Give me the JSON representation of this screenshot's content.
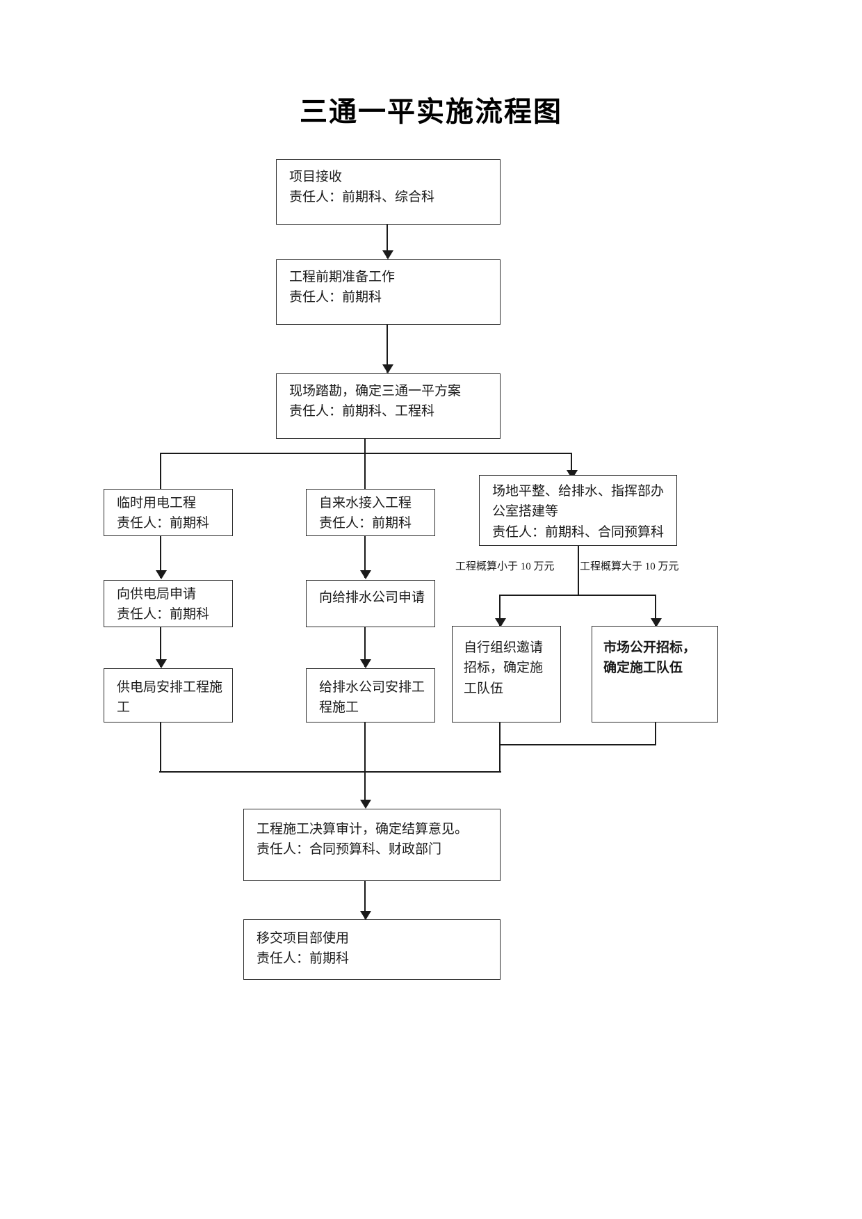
{
  "document": {
    "title": "三通一平实施流程图"
  },
  "nodes": {
    "n1": {
      "line1": "项目接收",
      "line2": "责任人：前期科、综合科"
    },
    "n2": {
      "line1": "工程前期准备工作",
      "line2": "责任人：前期科"
    },
    "n3": {
      "line1": "现场踏勘，确定三通一平方案",
      "line2": "责任人：前期科、工程科"
    },
    "n4": {
      "line1": "临时用电工程",
      "line2": "责任人：前期科"
    },
    "n5": {
      "line1": "自来水接入工程",
      "line2": "责任人：前期科"
    },
    "n6": {
      "line1": "场地平整、给排水、指挥部办公室搭建等",
      "line2": "责任人：前期科、合同预算科"
    },
    "n7": {
      "line1": "向供电局申请",
      "line2": "责任人：前期科"
    },
    "n8": {
      "line1": "向给排水公司申请",
      "line2": ""
    },
    "n9": {
      "line1": "自行组织邀请招标，确定施工队伍",
      "line2": ""
    },
    "n10": {
      "line1": "市场公开招标，确定施工队伍",
      "line2": ""
    },
    "n11": {
      "line1": "供电局安排工程施工",
      "line2": ""
    },
    "n12": {
      "line1": "给排水公司安排工程施工",
      "line2": ""
    },
    "n13": {
      "line1": "工程施工决算审计，确定结算意见。",
      "line2": "责任人：合同预算科、财政部门"
    },
    "n14": {
      "line1": "移交项目部使用",
      "line2": "责任人：前期科"
    }
  },
  "conditions": {
    "less": "工程概算小于 10 万元",
    "greater": "工程概算大于 10 万元"
  },
  "colors": {
    "stroke": "#1a1a1a",
    "box_border": "#2b2b2b",
    "background": "#ffffff",
    "text": "#1a1a1a"
  }
}
